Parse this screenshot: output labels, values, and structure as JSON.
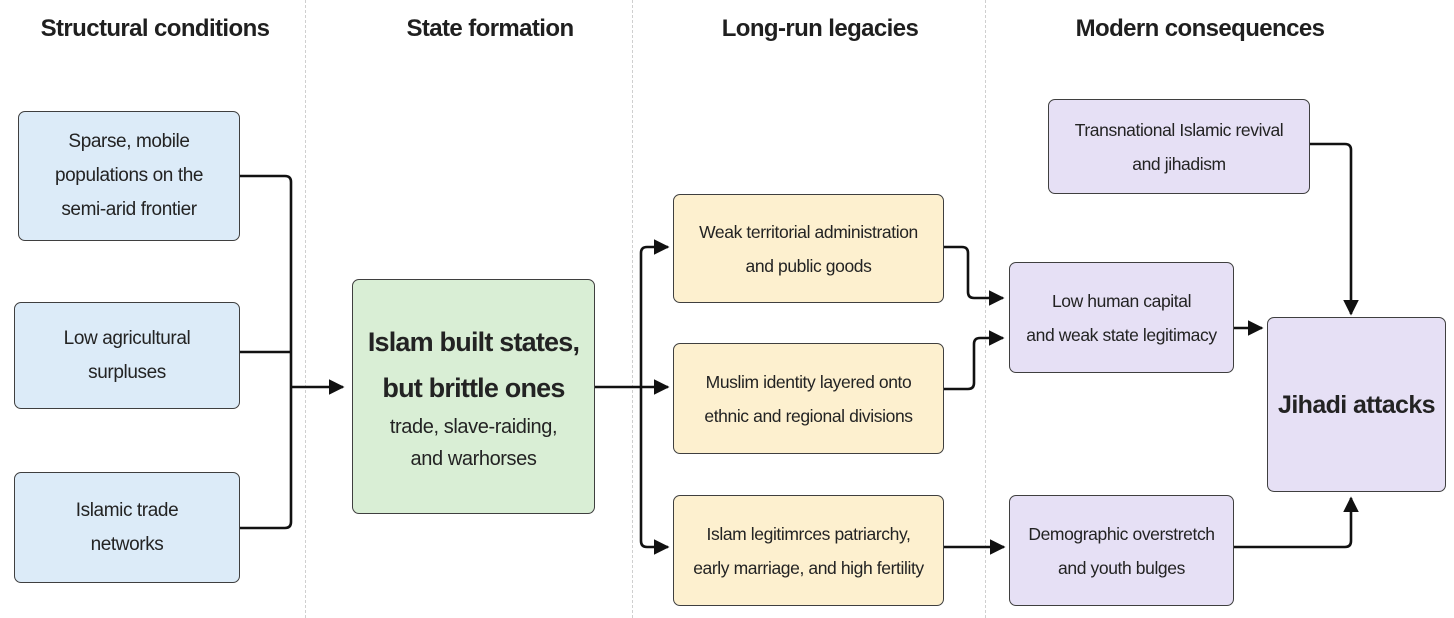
{
  "columns": [
    {
      "title": "Structural conditions"
    },
    {
      "title": "State formation"
    },
    {
      "title": "Long-run legacies"
    },
    {
      "title": "Modern consequences"
    }
  ],
  "nodes": {
    "sparse_populations": {
      "lines": [
        "Sparse, mobile",
        "populations on the",
        "semi-arid frontier"
      ]
    },
    "low_agri": {
      "lines": [
        "Low agricultural",
        "surpluses"
      ]
    },
    "trade_networks": {
      "lines": [
        "Islamic trade",
        "networks"
      ]
    },
    "islam_states": {
      "title_lines": [
        "Islam built states,",
        "but brittle ones"
      ],
      "sub_lines": [
        "trade, slave-raiding,",
        "and warhorses"
      ]
    },
    "weak_admin": {
      "lines": [
        "Weak territorial administration",
        "and public goods"
      ]
    },
    "muslim_identity": {
      "lines": [
        "Muslim identity layered onto",
        "ethnic and regional divisions"
      ]
    },
    "patriarchy": {
      "lines": [
        "Islam legitimrces patriarchy,",
        "early marriage, and high fertility"
      ]
    },
    "transnational": {
      "lines": [
        "Transnational Islamic revival",
        "and jihadism"
      ]
    },
    "low_human_capital": {
      "lines": [
        "Low human capital",
        "and weak state legitimacy"
      ]
    },
    "demographic": {
      "lines": [
        "Demographic overstretch",
        "and youth bulges"
      ]
    },
    "jihadi_attacks": {
      "lines": [
        "Jihadi attacks"
      ]
    }
  },
  "colors": {
    "structural": "#dcebf8",
    "state": "#d9eed5",
    "legacy": "#fdf0cf",
    "modern": "#e6e0f5",
    "edge": "#111111"
  }
}
